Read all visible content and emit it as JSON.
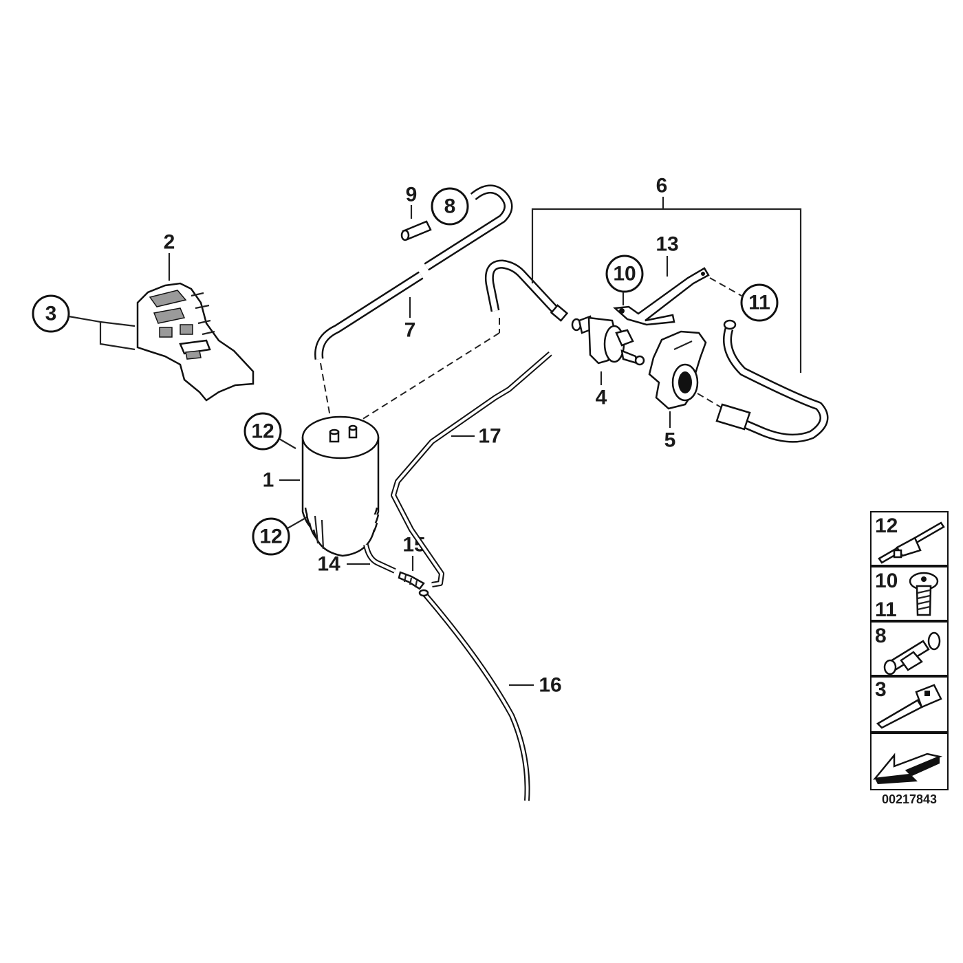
{
  "diagram_number": "00217843",
  "callouts": {
    "c1": "1",
    "c2": "2",
    "c3": "3",
    "c4": "4",
    "c5": "5",
    "c6": "6",
    "c7": "7",
    "c8": "8",
    "c9": "9",
    "c10": "10",
    "c11": "11",
    "c12a": "12",
    "c12b": "12",
    "c13": "13",
    "c14": "14",
    "c15": "15",
    "c16": "16",
    "c17": "17"
  },
  "legend": {
    "row1": "12",
    "row2a": "10",
    "row2b": "11",
    "row3": "8",
    "row4": "3"
  }
}
